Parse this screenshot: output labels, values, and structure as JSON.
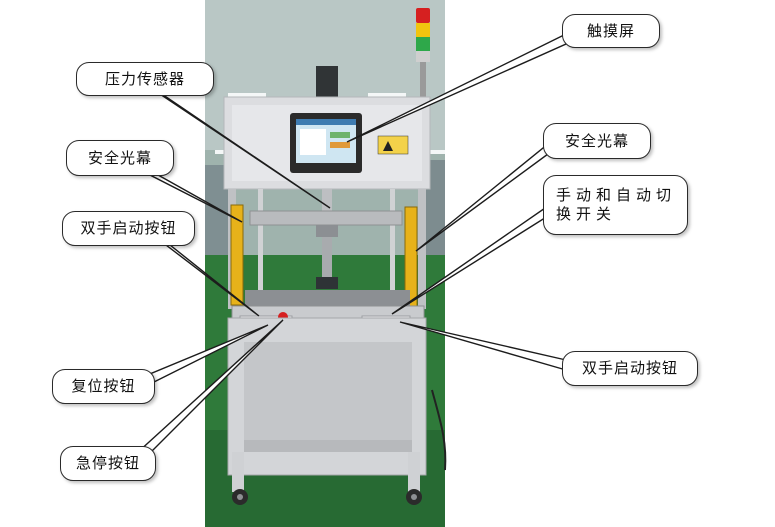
{
  "labels": {
    "touchscreen": "触摸屏",
    "pressure_sensor": "压力传感器",
    "safety_curtain_left": "安全光幕",
    "safety_curtain_right": "安全光幕",
    "mode_switch_line1": "手动和自动切",
    "mode_switch_line2": "换开关",
    "two_hand_button_left": "双手启动按钮",
    "two_hand_button_right": "双手启动按钮",
    "reset_button": "复位按钮",
    "emergency_stop": "急停按钮"
  },
  "colors": {
    "floor": "#2f7a3a",
    "machine_frame": "#dcdde0",
    "light_curtain": "#e7b21a",
    "tower_red": "#d62020",
    "tower_yellow": "#f1c40f",
    "tower_green": "#2ea84a",
    "screen_bezel": "#2b2b2b"
  }
}
